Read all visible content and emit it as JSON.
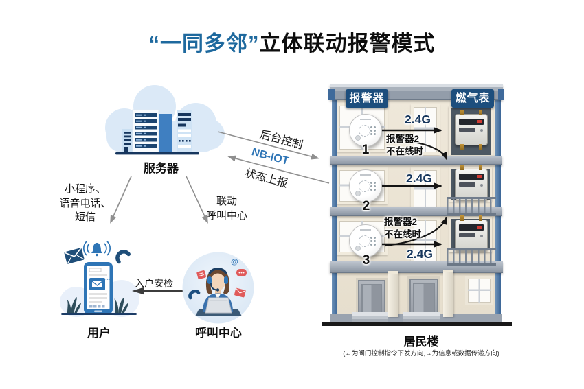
{
  "title": {
    "quoted": "“一同多邻”",
    "rest": "立体联动报警模式"
  },
  "server": {
    "label": "服务器"
  },
  "uplink": {
    "control": "后台控制",
    "network": "NB-IOT",
    "status": "状态上报"
  },
  "user_channel": {
    "line1": "小程序、",
    "line2": "语音电话、",
    "line3": "短信"
  },
  "dispatch": {
    "line1": "联动",
    "line2": "呼叫中心"
  },
  "user": {
    "label": "用户"
  },
  "call_center": {
    "label": "呼叫中心",
    "at_symbol": "@"
  },
  "inspection": {
    "label": "入户安检"
  },
  "building": {
    "alarm_header": "报警器",
    "meter_header": "燃气表",
    "floors": [
      {
        "num": "1",
        "link": "2.4G",
        "fallback_line1": "报警器2",
        "fallback_line2": "不在线时"
      },
      {
        "num": "2",
        "link": "2.4G"
      },
      {
        "num": "3",
        "link": "2.4G",
        "fallback_line1": "报警器2",
        "fallback_line2": "不在线时"
      }
    ],
    "caption": "居民楼",
    "note": "(←为阀门控制指令下发方向,→为信息或数据传递方向)"
  },
  "colors": {
    "title_accent": "#1e699e",
    "nbiot_blue": "#2e75b6",
    "label_navy": "#1d4e7d",
    "link_navy": "#16365c",
    "arrow_gray": "#8f8f8f",
    "wall_cream": "#ece4d5",
    "alert_red": "#e05a5a"
  }
}
